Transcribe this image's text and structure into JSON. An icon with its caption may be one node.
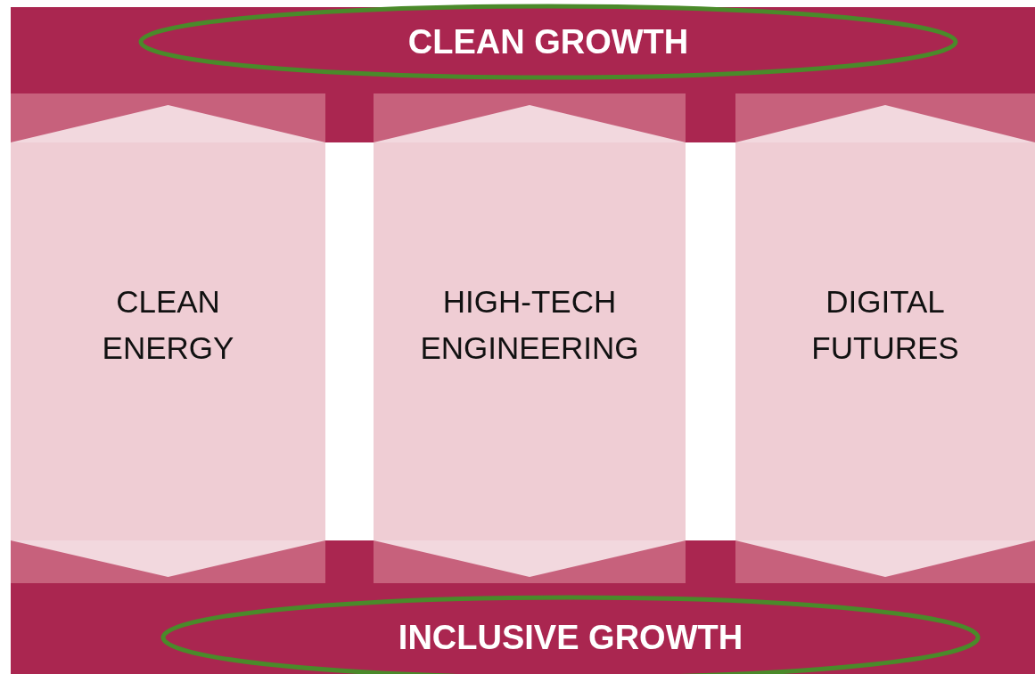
{
  "diagram": {
    "nodes": [
      {
        "text": [
          "CLEAN GROWTH"
        ]
      },
      {
        "text": [
          "CLEAN ENERGY"
        ]
      },
      {
        "text": [
          "HIGH-TECH ENGINEERING"
        ]
      },
      {
        "text": [
          "DIGITAL FUTURES"
        ]
      },
      {
        "text": [
          "INCLUSIVE GROWTH"
        ]
      }
    ],
    "edges": []
  }
}
